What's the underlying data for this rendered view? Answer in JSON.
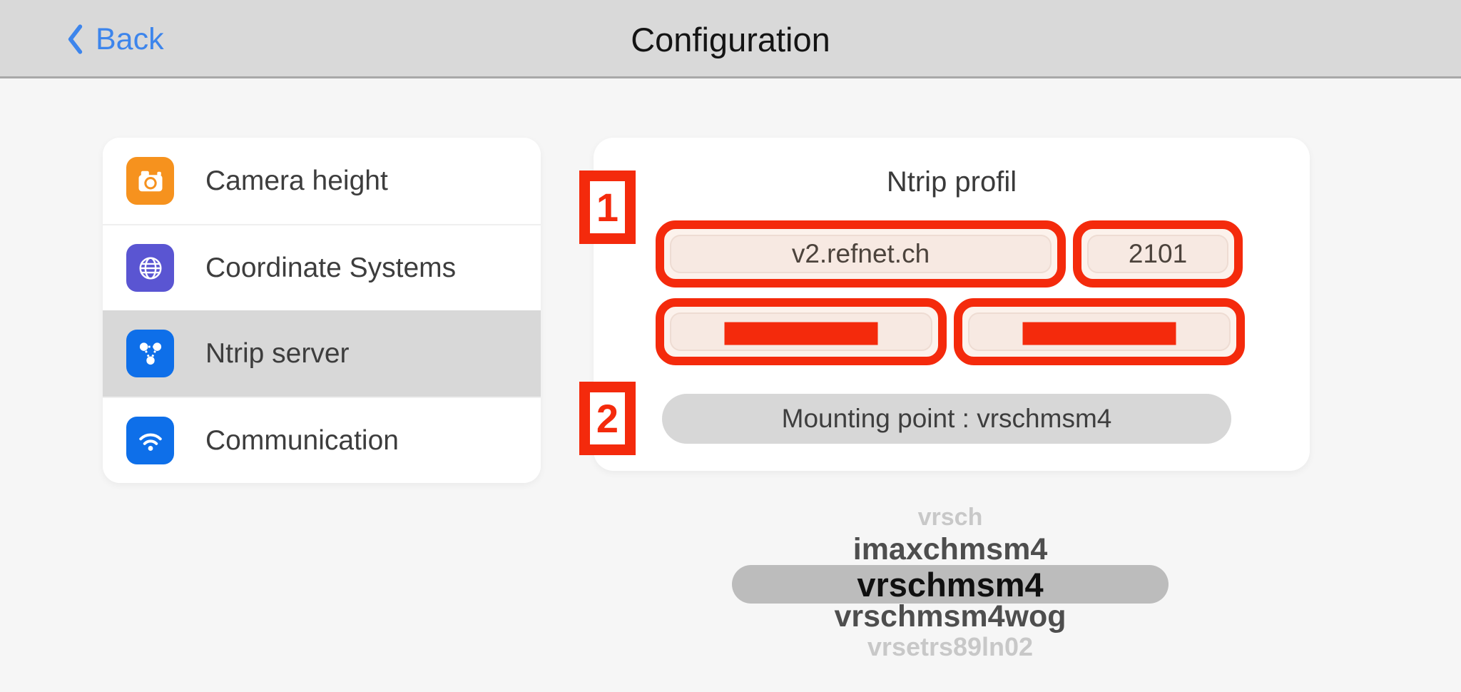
{
  "header": {
    "back_label": "Back",
    "title": "Configuration"
  },
  "sidebar": {
    "items": [
      {
        "label": "Camera height",
        "icon": "camera-icon",
        "tile_color": "#f6921e",
        "selected": false
      },
      {
        "label": "Coordinate Systems",
        "icon": "globe-icon",
        "tile_color": "#5a55d2",
        "selected": false
      },
      {
        "label": "Ntrip server",
        "icon": "network-icon",
        "tile_color": "#0e6fe9",
        "selected": true
      },
      {
        "label": "Communication",
        "icon": "wifi-icon",
        "tile_color": "#0e6fe9",
        "selected": false
      }
    ]
  },
  "panel": {
    "title": "Ntrip profil",
    "badges": [
      "1",
      "2"
    ],
    "fields": {
      "address": "v2.refnet.ch",
      "port": "2101",
      "username_redacted": true,
      "password_redacted": true
    },
    "mounting_label": "Mounting point : vrschmsm4"
  },
  "picker": {
    "options": [
      "vrsch",
      "imaxchmsm4",
      "vrschmsm4",
      "vrschmsm4wog",
      "vrsetrs89ln02"
    ],
    "selected": "vrschmsm4"
  },
  "colors": {
    "annotation_red": "#f42a0c",
    "back_blue": "#3d85ec",
    "topbar_gray": "#d9d9d9",
    "selected_row_gray": "#d8d8d8",
    "field_pink": "#f7e9e2",
    "pill_gray": "#bcbcbc"
  }
}
